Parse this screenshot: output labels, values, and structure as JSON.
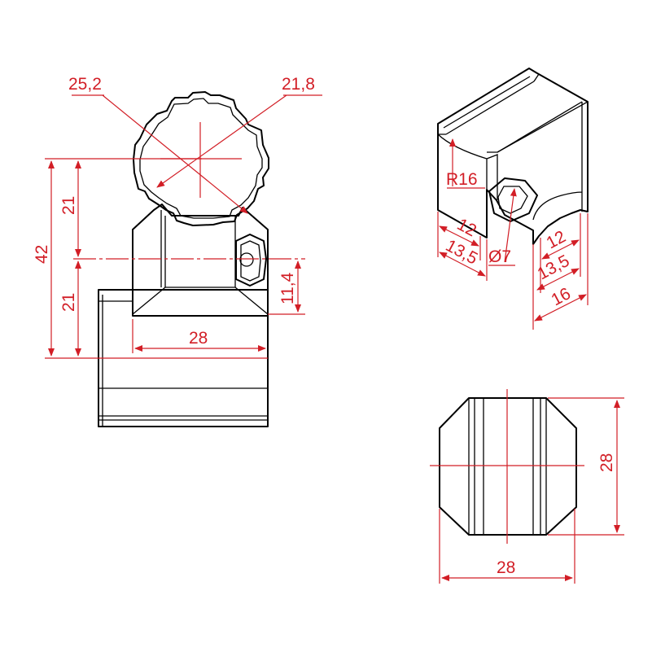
{
  "colors": {
    "outline": "#000000",
    "dimension": "#d21e26",
    "background": "#ffffff"
  },
  "dimensions": {
    "front_view": {
      "outer_diameter": "25,2",
      "inner_diameter": "21,8",
      "total_height": "42",
      "upper_half": "21",
      "lower_half": "21",
      "width": "28",
      "screw_offset": "11,4"
    },
    "iso_view": {
      "radius": "R16",
      "left_12": "12",
      "left_13_5": "13,5",
      "hole_diameter": "Ø7",
      "right_12": "12",
      "right_13_5": "13,5",
      "right_16": "16"
    },
    "top_view": {
      "width": "28",
      "height": "28"
    }
  }
}
